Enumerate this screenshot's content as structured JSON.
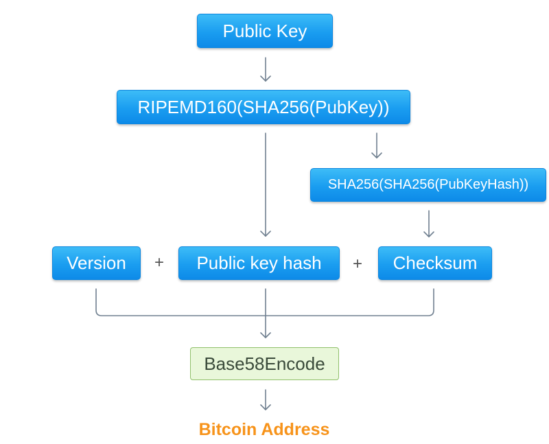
{
  "nodes": {
    "public_key": "Public Key",
    "hash160": "RIPEMD160(SHA256(PubKey))",
    "double_sha": "SHA256(SHA256(PubKeyHash))",
    "version": "Version",
    "public_key_hash": "Public key hash",
    "checksum": "Checksum",
    "base58": "Base58Encode",
    "result": "Bitcoin Address"
  },
  "operators": {
    "plus": "+"
  },
  "colors": {
    "box_blue": "#1a9df0",
    "box_green_fill": "#e9f7da",
    "box_green_border": "#8fbf6a",
    "result_orange": "#f7931a",
    "connector": "#6f7f8f"
  }
}
